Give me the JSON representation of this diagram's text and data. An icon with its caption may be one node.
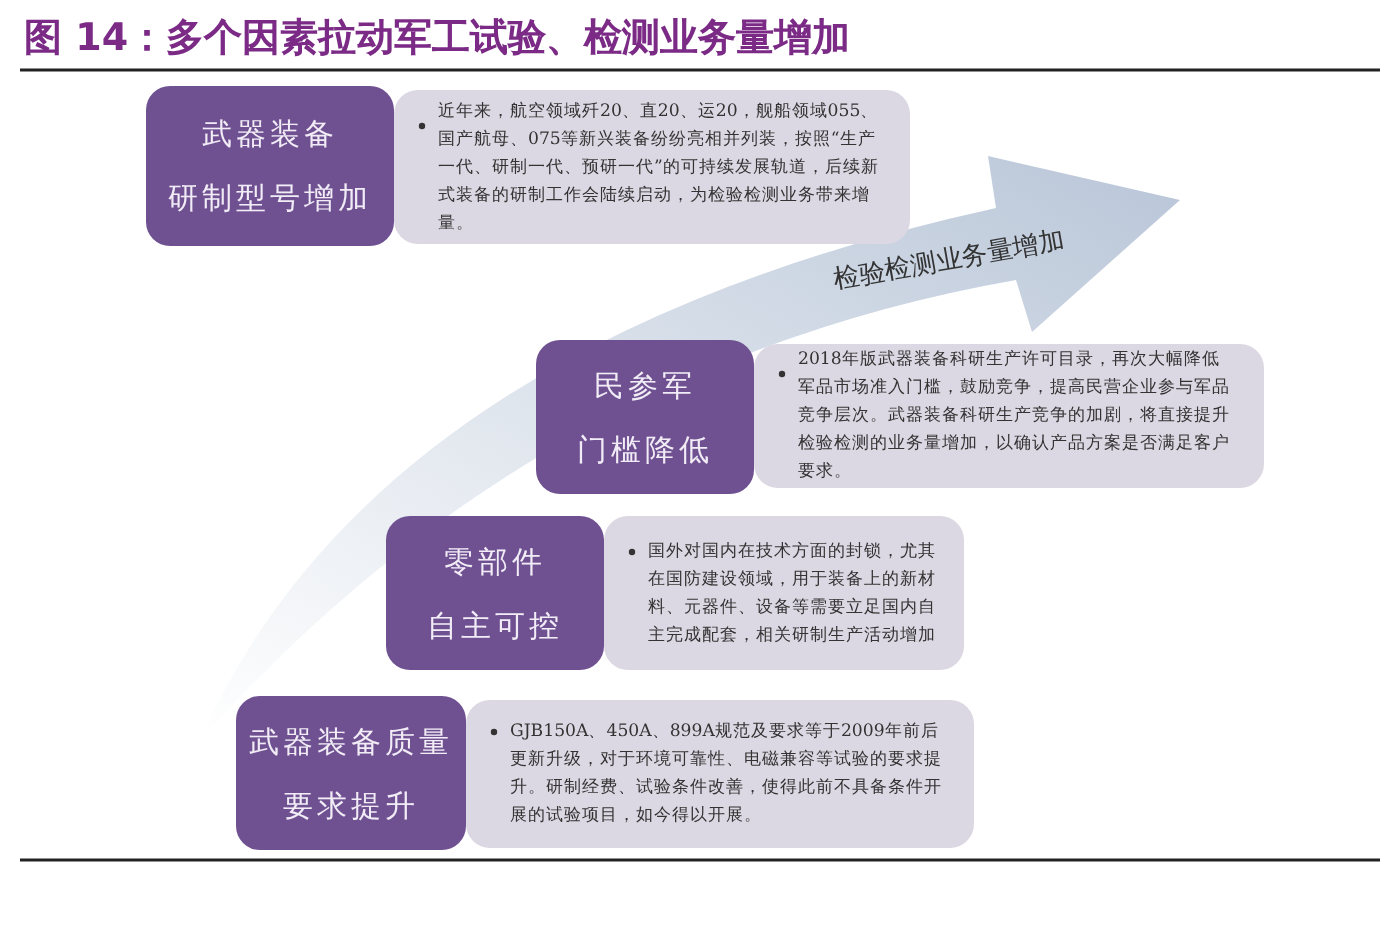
{
  "diagram": {
    "title": "图 14：多个因素拉动军工试验、检测业务量增加",
    "nodes": [
      {
        "text": [
          "武器装备研制型号增加"
        ]
      },
      {
        "text": [
          "近年来，航空领域歼20、直20、运20，舰船领域055、国产航母、075等新兴装备纷纷亮相并列装，按照“生产一代、研制一代、预研一代”的可持续发展轨道，后续新式装备的研制工作会陆续启动，为检验检测业务带来增量。"
        ]
      },
      {
        "text": [
          "检验检测业务量增加"
        ]
      },
      {
        "text": [
          "民参军门槛降低"
        ]
      },
      {
        "text": [
          "2018年版武器装备科研生产许可目录，再次大幅降低军品市场准入门槛，鼓励竞争，提高民营企业参与军品竞争层次。武器装备科研生产竞争的加剧，将直接提升检验检测的业务量增加，以确认产品方案是否满足客户要求。"
        ]
      },
      {
        "text": [
          "零部件自主可控"
        ]
      },
      {
        "text": [
          "国外对国内在技术方面的封锁，尤其在国防建设领域，用于装备上的新材料、元器件、设备等需要立足国内自主完成配套，相关研制生产活动增加"
        ]
      },
      {
        "text": [
          "武器装备质量要求提升"
        ]
      },
      {
        "text": [
          "GJB150A、450A、899A规范及要求等于2009年前后更新升级，对于环境可靠性、电磁兼容等试验的要求提升。研制经费、试验条件改善，使得此前不具备条件开展的试验项目，如今得以开展。"
        ]
      }
    ]
  }
}
